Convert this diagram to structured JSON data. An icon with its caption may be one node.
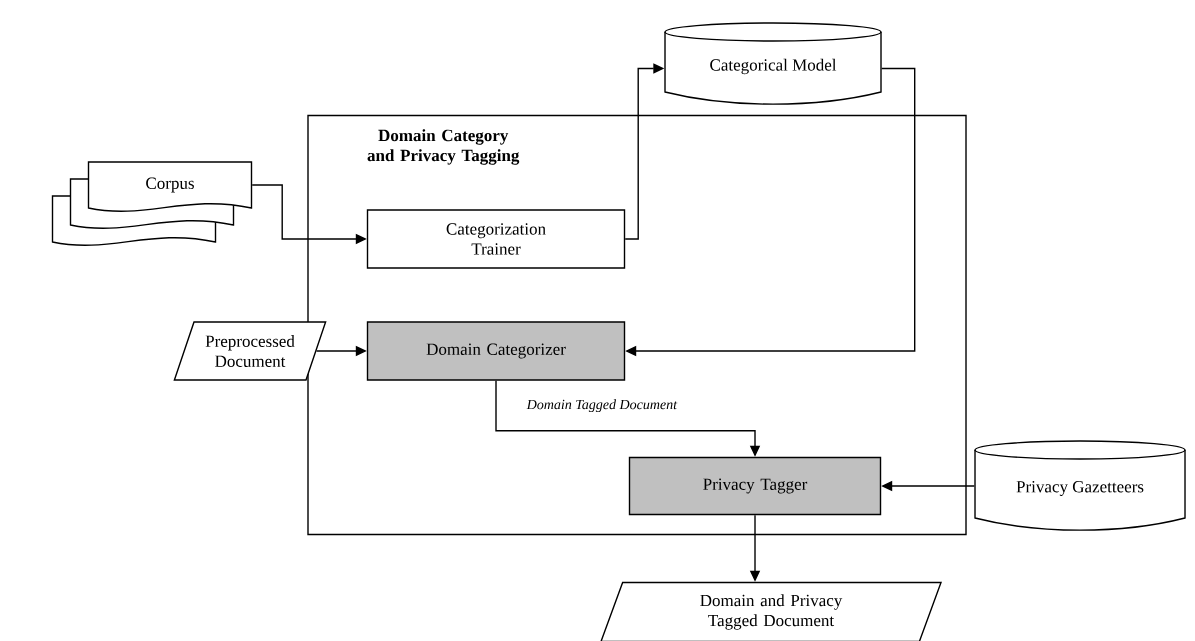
{
  "diagram": {
    "nodes": [
      {
        "text": [
          "Domain Category and Privacy Tagging"
        ]
      },
      {
        "text": [
          "Corpus"
        ]
      },
      {
        "text": [
          "Categorical Model"
        ]
      },
      {
        "text": [
          "Categorization Trainer"
        ],
        "in": 0
      },
      {
        "text": [
          "Preprocessed Document"
        ]
      },
      {
        "text": [
          "Domain Categorizer"
        ],
        "in": 0
      },
      {
        "text": [
          "Privacy Tagger"
        ],
        "in": 0
      },
      {
        "text": [
          "Privacy Gazetteers"
        ]
      },
      {
        "text": [
          "Domain and Privacy Tagged Document"
        ]
      }
    ],
    "edges": [
      {
        "from": 1,
        "to": 3,
        "arrow": "to"
      },
      {
        "from": 3,
        "to": 2,
        "arrow": "to"
      },
      {
        "from": 2,
        "to": 5,
        "arrow": "to"
      },
      {
        "from": 4,
        "to": 5,
        "arrow": "to"
      },
      {
        "from": 5,
        "to": 6,
        "arrow": "to",
        "label": "Domain Tagged Document"
      },
      {
        "from": 7,
        "to": 6,
        "arrow": "to"
      },
      {
        "from": 6,
        "to": 8,
        "arrow": "to"
      }
    ]
  }
}
